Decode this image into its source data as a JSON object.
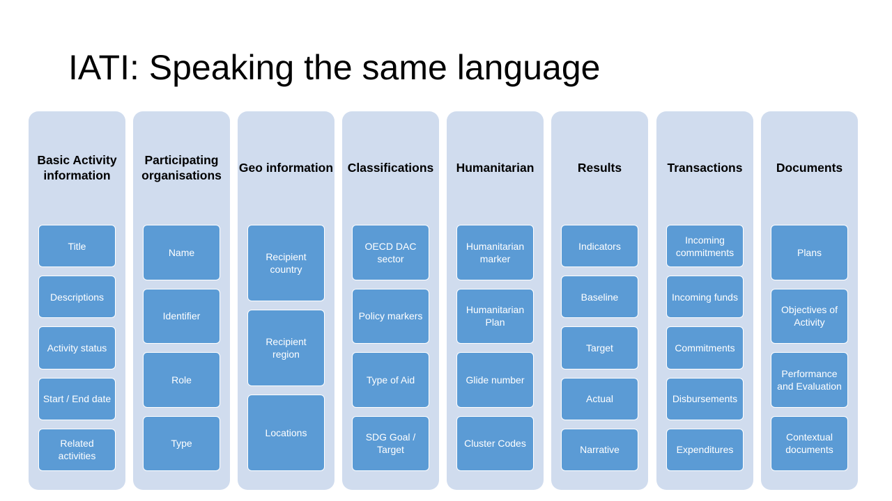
{
  "slide": {
    "title": "IATI: Speaking the same language"
  },
  "columns": [
    {
      "header": "Basic Activity information",
      "items": [
        "Title",
        "Descriptions",
        "Activity status",
        "Start / End date",
        "Related activities"
      ]
    },
    {
      "header": "Participating organisations",
      "items": [
        "Name",
        "Identifier",
        "Role",
        "Type"
      ]
    },
    {
      "header": "Geo information",
      "items": [
        "Recipient country",
        "Recipient region",
        "Locations"
      ]
    },
    {
      "header": "Classifications",
      "items": [
        "OECD DAC sector",
        "Policy markers",
        "Type of Aid",
        "SDG Goal / Target"
      ]
    },
    {
      "header": "Humanitarian",
      "items": [
        "Humanitarian marker",
        "Humanitarian Plan",
        "Glide number",
        "Cluster Codes"
      ]
    },
    {
      "header": "Results",
      "items": [
        "Indicators",
        "Baseline",
        "Target",
        "Actual",
        "Narrative"
      ]
    },
    {
      "header": "Transactions",
      "items": [
        "Incoming commitments",
        "Incoming funds",
        "Commitments",
        "Disbursements",
        "Expenditures"
      ]
    },
    {
      "header": "Documents",
      "items": [
        "Plans",
        "Objectives of Activity",
        "Performance and Evaluation",
        "Contextual documents"
      ]
    }
  ],
  "colors": {
    "column_bg": "#d0dcee",
    "box_fill": "#5b9bd5",
    "box_text": "#ffffff"
  }
}
